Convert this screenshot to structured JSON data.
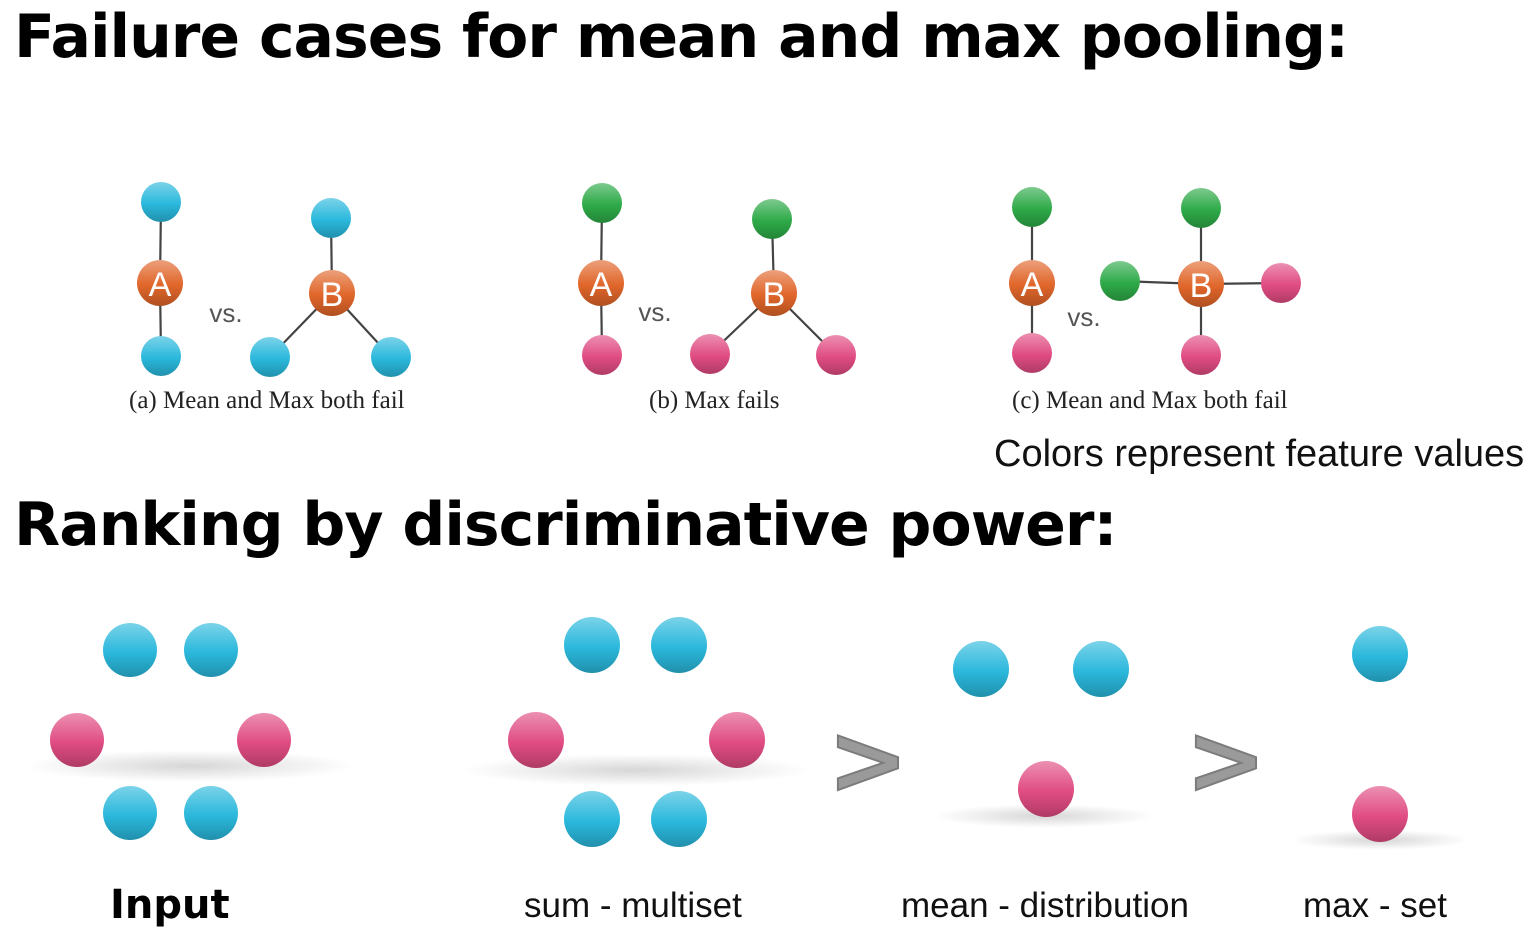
{
  "titles": {
    "failure": "Failure cases for mean and max pooling:",
    "ranking": "Ranking by discriminative power:"
  },
  "note": "Colors represent feature values",
  "vs_text": "vs.",
  "node_labels": {
    "a": "A",
    "b": "B"
  },
  "comparison_symbol": ">",
  "colors": {
    "center": "#e0662a",
    "cyan": "#2ab8dc",
    "green": "#2eaa48",
    "pink": "#e04c82",
    "edge": "#444444",
    "arrow": "#9a9a9a"
  },
  "failure_cases": [
    {
      "caption": "(a) Mean and Max both fail",
      "graph_a_neighbors": [
        "cyan",
        "cyan"
      ],
      "graph_b_neighbors": [
        "cyan",
        "cyan",
        "cyan"
      ]
    },
    {
      "caption": "(b) Max fails",
      "graph_a_neighbors": [
        "green",
        "pink"
      ],
      "graph_b_neighbors": [
        "green",
        "pink",
        "pink"
      ]
    },
    {
      "caption": "(c) Mean and Max both fail",
      "graph_a_neighbors": [
        "green",
        "pink"
      ],
      "graph_b_neighbors": [
        "green",
        "green",
        "pink",
        "pink"
      ]
    }
  ],
  "ranking": [
    {
      "label": "Input",
      "balls": [
        "cyan",
        "cyan",
        "pink",
        "pink",
        "cyan",
        "cyan"
      ]
    },
    {
      "label": "sum - multiset",
      "balls": [
        "cyan",
        "cyan",
        "pink",
        "pink",
        "cyan",
        "cyan"
      ]
    },
    {
      "label": "mean - distribution",
      "balls": [
        "cyan",
        "cyan",
        "pink"
      ]
    },
    {
      "label": "max - set",
      "balls": [
        "cyan",
        "pink"
      ]
    }
  ]
}
